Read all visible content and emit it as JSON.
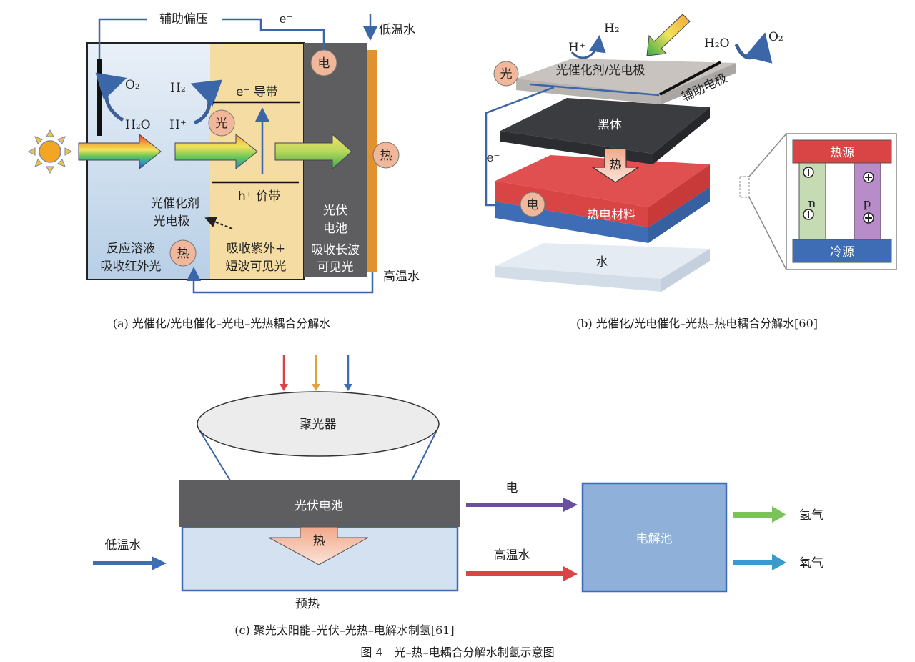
{
  "panel_a": {
    "bias": "辅助偏压",
    "electron": "e⁻",
    "cold_water": "低温水",
    "hot_water": "高温水",
    "o2": "O₂",
    "h2o": "H₂O",
    "h2": "H₂",
    "hplus": "H⁺",
    "conduction_band": "e⁻ 导带",
    "valence_band": "h⁺ 价带",
    "catalyst_1": "光催化剂",
    "catalyst_2": "光电极",
    "solution_1": "反应溶液",
    "solution_2": "吸收红外光",
    "absorb_1": "吸收紫外+",
    "absorb_2": "短波可见光",
    "pv_1": "光伏",
    "pv_2": "电池",
    "pv_3": "吸收长波",
    "pv_4": "可见光",
    "badge_elec": "电",
    "badge_light": "光",
    "badge_heat": "热",
    "badge_heat2": "热",
    "caption": "(a) 光催化/光电催化–光电–光热耦合分解水"
  },
  "panel_b": {
    "hplus": "H⁺",
    "h2": "H₂",
    "h2o": "H₂O",
    "o2": "O₂",
    "catalyst": "光催化剂/光电极",
    "aux_electrode": "辅助电极",
    "blackbody": "黑体",
    "heat": "热",
    "thermo": "热电材料",
    "water": "水",
    "electron": "e⁻",
    "badge_light": "光",
    "badge_elec": "电",
    "heat_source": "热源",
    "cold_source": "冷源",
    "n": "n",
    "p": "p",
    "caption": "(b) 光催化/光电催化–光热–热电耦合分解水[60]"
  },
  "panel_c": {
    "concentrator": "聚光器",
    "pv": "光伏电池",
    "heat": "热",
    "cold_water": "低温水",
    "preheat": "预热",
    "elec": "电",
    "hot_water": "高温水",
    "electrolyzer": "电解池",
    "hydrogen": "氢气",
    "oxygen": "氧气",
    "caption": "(c) 聚光太阳能–光伏–光热–电解水制氢[61]"
  },
  "figure_caption": "图 4　光–热–电耦合分解水制氢示意图",
  "colors": {
    "wire": "#3b66a8",
    "pv_gray": "#5e5e60",
    "yellow": "#f5dca3",
    "badge": "#f1b79a",
    "red": "#d94444",
    "blue": "#3f6db5",
    "electrolyzer": "#8fb0d8",
    "green": "#79c35a",
    "purple": "#6a4fa0"
  }
}
